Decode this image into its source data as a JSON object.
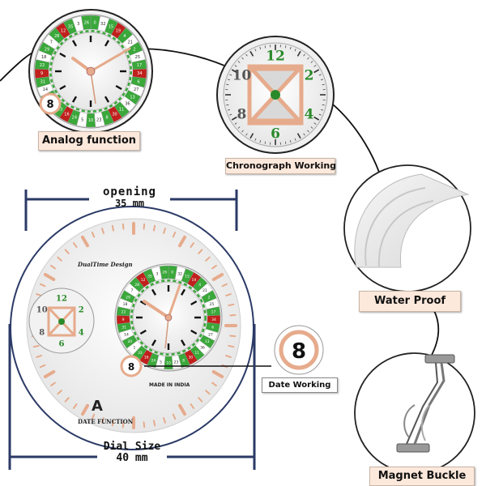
{
  "labels": {
    "analog": "Analog function",
    "chronograph": "Chronograph Working",
    "water": "Water Proof",
    "magnet": "Magnet Buckle",
    "date_working": "Date Working"
  },
  "dimensions": {
    "opening_word": "opening",
    "opening_value": "35 mm",
    "dial_word": "Dial Size",
    "dial_value": "40 mm"
  },
  "dial_text": {
    "brand": "DualTime Design",
    "made_in": "MADE IN INDIA",
    "date_function": "DATE FUNCTION"
  },
  "date_value": "8",
  "sub_numerals": [
    "12",
    "2",
    "4",
    "6",
    "8",
    "10"
  ],
  "roulette_numbers": [
    "0",
    "32",
    "15",
    "19",
    "4",
    "21",
    "2",
    "25",
    "17",
    "34",
    "6",
    "27",
    "13",
    "36",
    "11",
    "30",
    "8",
    "23",
    "10",
    "5",
    "24",
    "16",
    "33",
    "1",
    "20",
    "14",
    "31",
    "9",
    "22",
    "18",
    "29",
    "7",
    "28",
    "12",
    "35",
    "3",
    "26"
  ],
  "colors": {
    "green": "#3aa83a",
    "red": "#c0201c",
    "rose_gold": "#e6ab8c",
    "navy": "#2b3a66",
    "label_bg": "#fde9dc"
  }
}
